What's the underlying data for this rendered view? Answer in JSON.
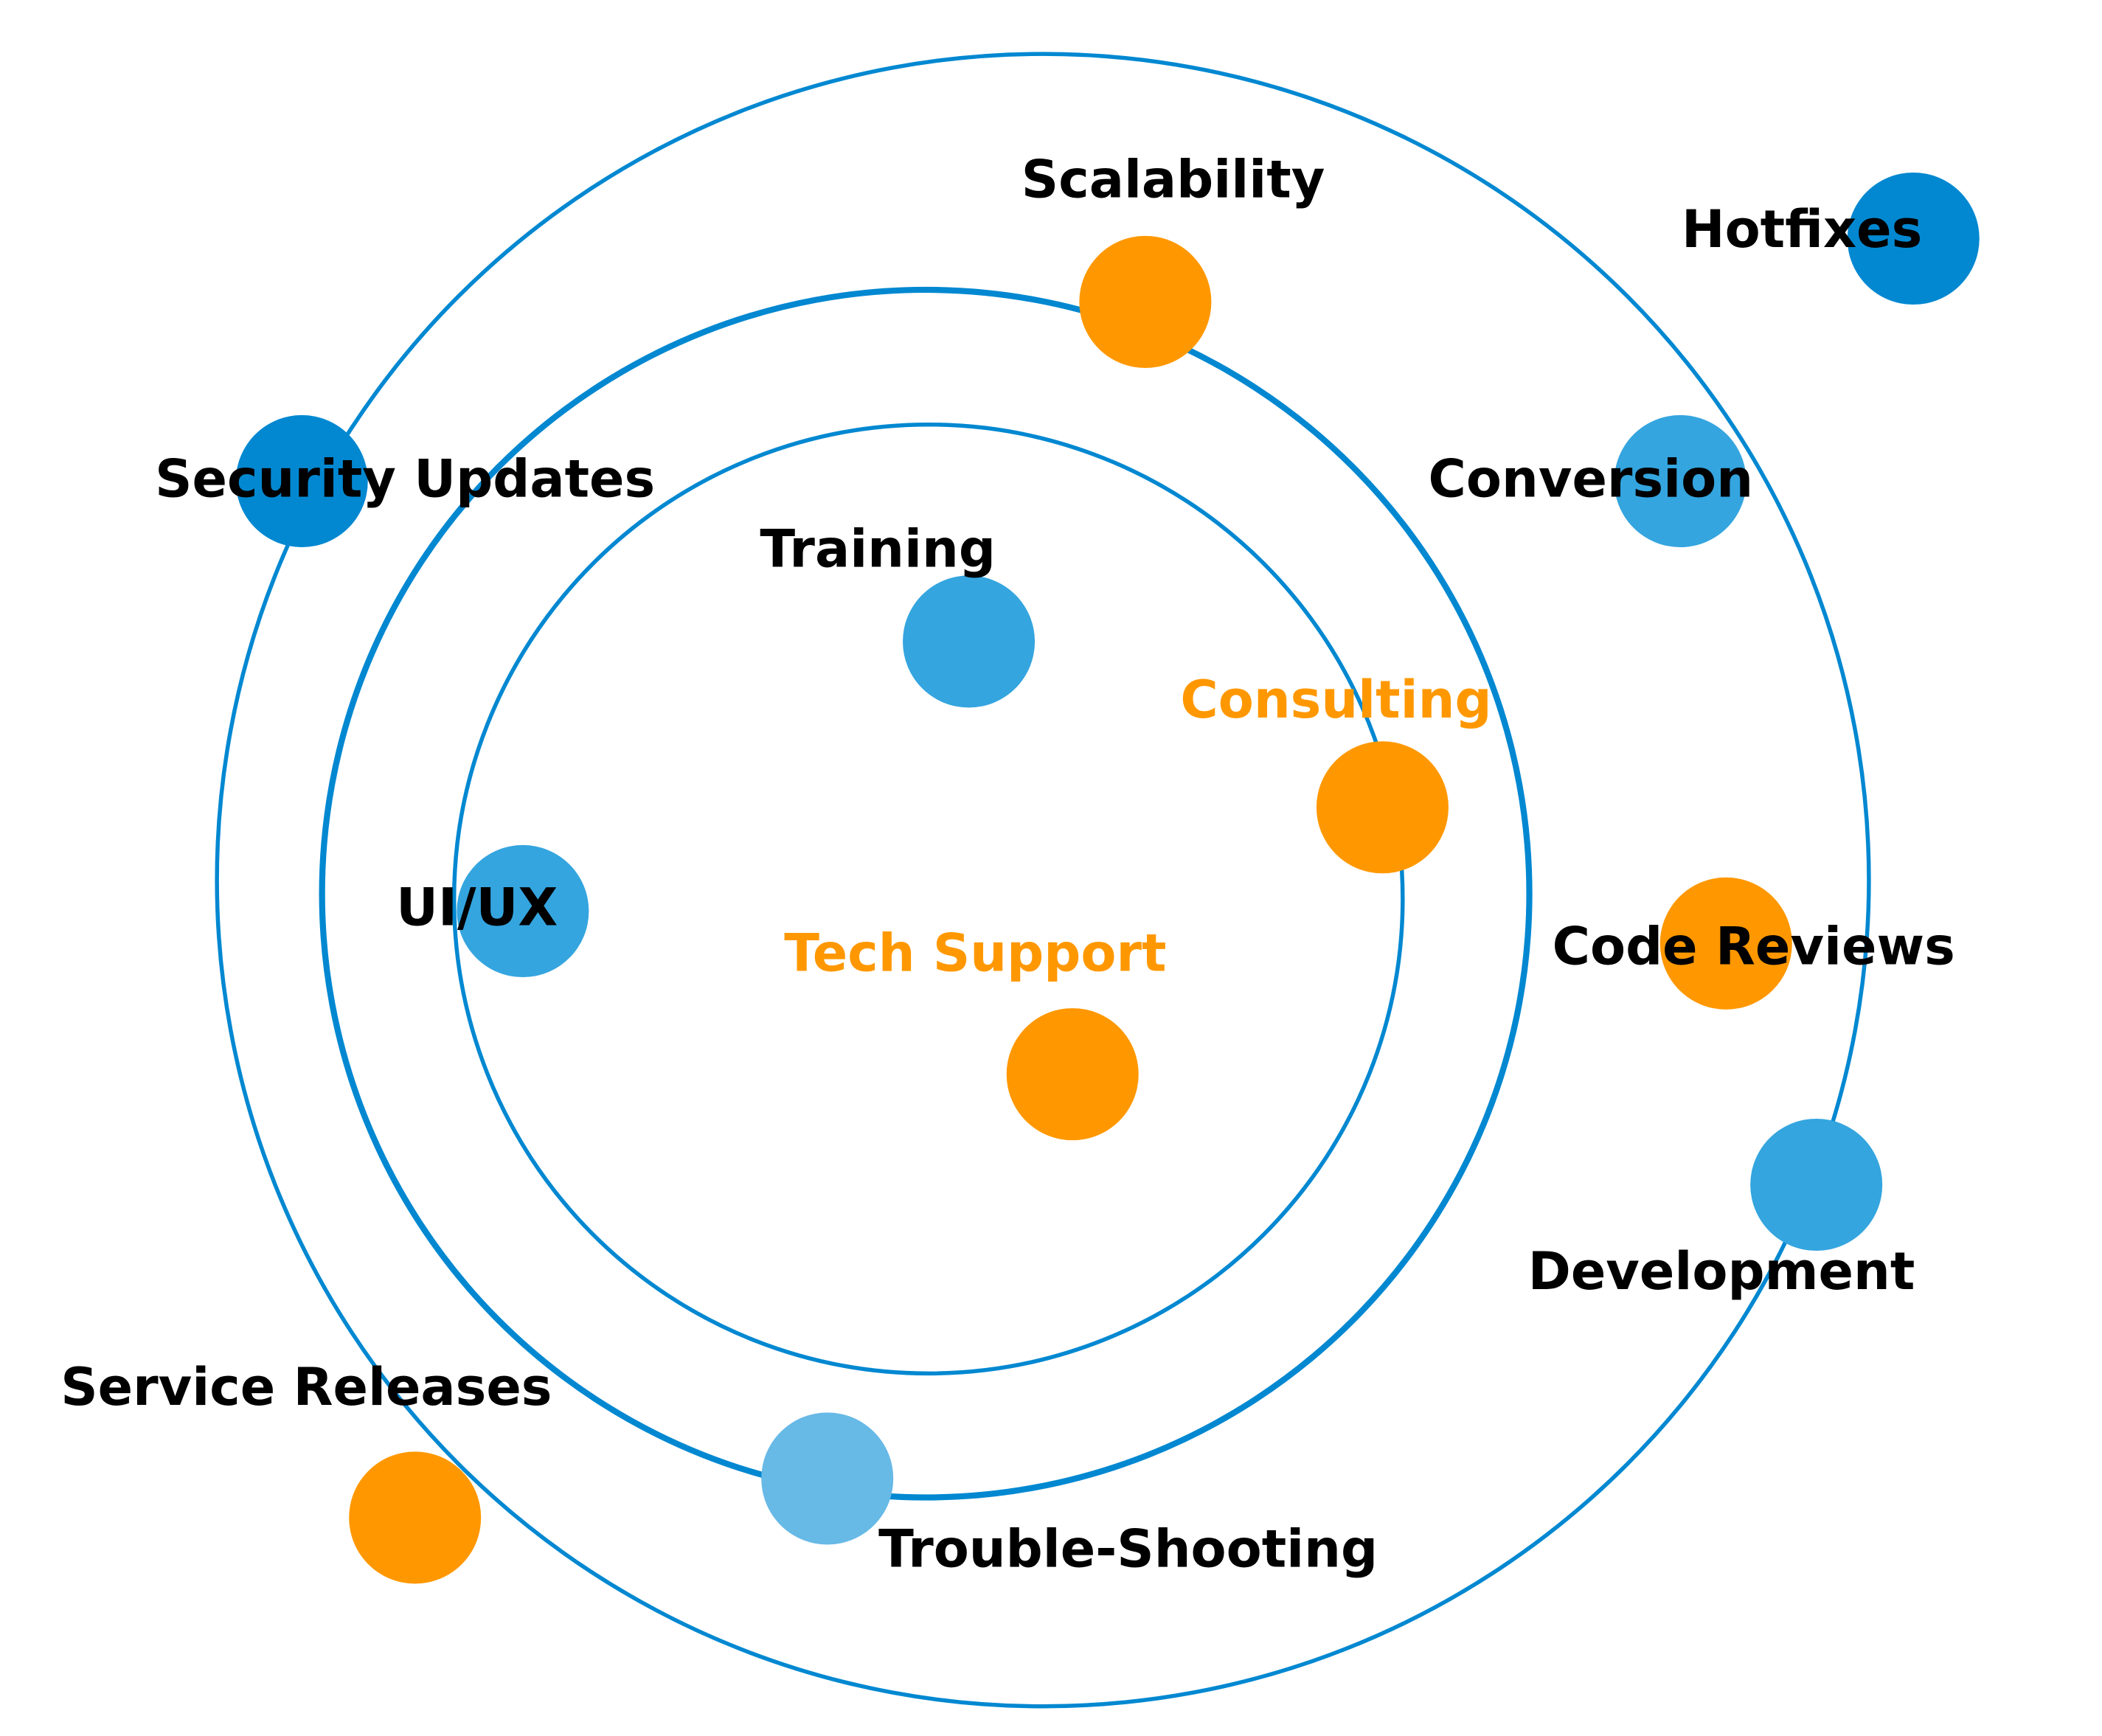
{
  "colors": {
    "ring": "#0288d1",
    "blue_dark": "#0288d1",
    "blue_mid": "#34a5df",
    "blue_light": "#67b9e6",
    "orange": "#ff9800",
    "label_dark": "#000000",
    "label_orange": "#ff9800"
  },
  "nodes": [
    {
      "id": "scalability",
      "label": "Scalability",
      "color": "orange",
      "label_color": "label_dark"
    },
    {
      "id": "hotfixes",
      "label": "Hotfixes",
      "color": "blue_dark",
      "label_color": "label_dark"
    },
    {
      "id": "security-updates",
      "label": "Security Updates",
      "color": "blue_dark",
      "label_color": "label_dark"
    },
    {
      "id": "conversion",
      "label": "Conversion",
      "color": "blue_mid",
      "label_color": "label_dark"
    },
    {
      "id": "training",
      "label": "Training",
      "color": "blue_mid",
      "label_color": "label_dark"
    },
    {
      "id": "consulting",
      "label": "Consulting",
      "color": "orange",
      "label_color": "label_orange"
    },
    {
      "id": "ui-ux",
      "label": "UI/UX",
      "color": "blue_mid",
      "label_color": "label_dark"
    },
    {
      "id": "tech-support",
      "label": "Tech Support",
      "color": "orange",
      "label_color": "label_orange"
    },
    {
      "id": "code-reviews",
      "label": "Code Reviews",
      "color": "orange",
      "label_color": "label_dark"
    },
    {
      "id": "development",
      "label": "Development",
      "color": "blue_mid",
      "label_color": "label_dark"
    },
    {
      "id": "service-releases",
      "label": "Service Releases",
      "color": "orange",
      "label_color": "label_dark"
    },
    {
      "id": "trouble-shooting",
      "label": "Trouble-Shooting",
      "color": "blue_light",
      "label_color": "label_dark"
    }
  ]
}
